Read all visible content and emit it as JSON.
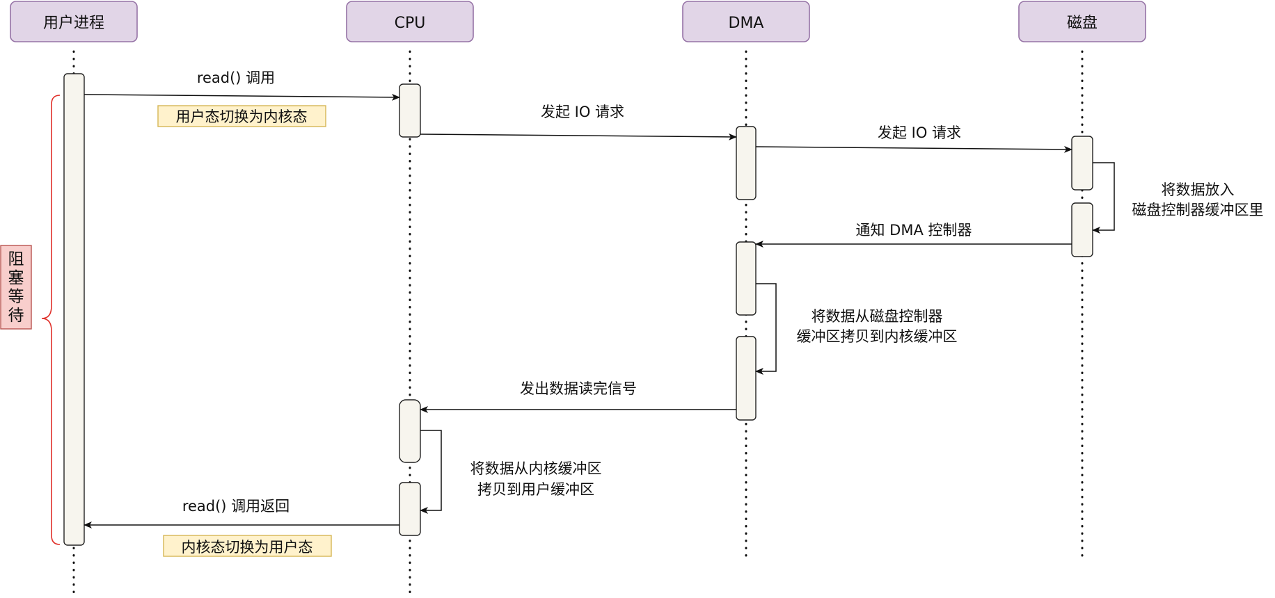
{
  "actors": {
    "user_process": "用户进程",
    "cpu": "CPU",
    "dma": "DMA",
    "disk": "磁盘"
  },
  "messages": {
    "read_call": "read() 调用",
    "io_request_cpu": "发起 IO 请求",
    "io_request_dma": "发起 IO 请求",
    "disk_buffer": [
      "将数据放入",
      "磁盘控制器缓冲区里"
    ],
    "notify_dma": "通知 DMA 控制器",
    "copy_to_kernel": [
      "将数据从磁盘控制器",
      "缓冲区拷贝到内核缓冲区"
    ],
    "read_done_signal": "发出数据读完信号",
    "copy_to_user": [
      "将数据从内核缓冲区",
      "拷贝到用户缓冲区"
    ],
    "read_return": "read() 调用返回"
  },
  "notes": {
    "user_to_kernel": "用户态切换为内核态",
    "kernel_to_user": "内核态切换为用户态"
  },
  "blocking": {
    "chars": [
      "阻",
      "塞",
      "等",
      "待"
    ]
  },
  "colors": {
    "actor_fill": "#e1d5e7",
    "actor_stroke": "#9673a6",
    "activation_fill": "#f7f5ee",
    "note_fill": "#fff2cc",
    "note_stroke": "#d6b656",
    "brace": "#e0302a",
    "block_fill": "#f8cecc",
    "block_stroke": "#b85450"
  }
}
